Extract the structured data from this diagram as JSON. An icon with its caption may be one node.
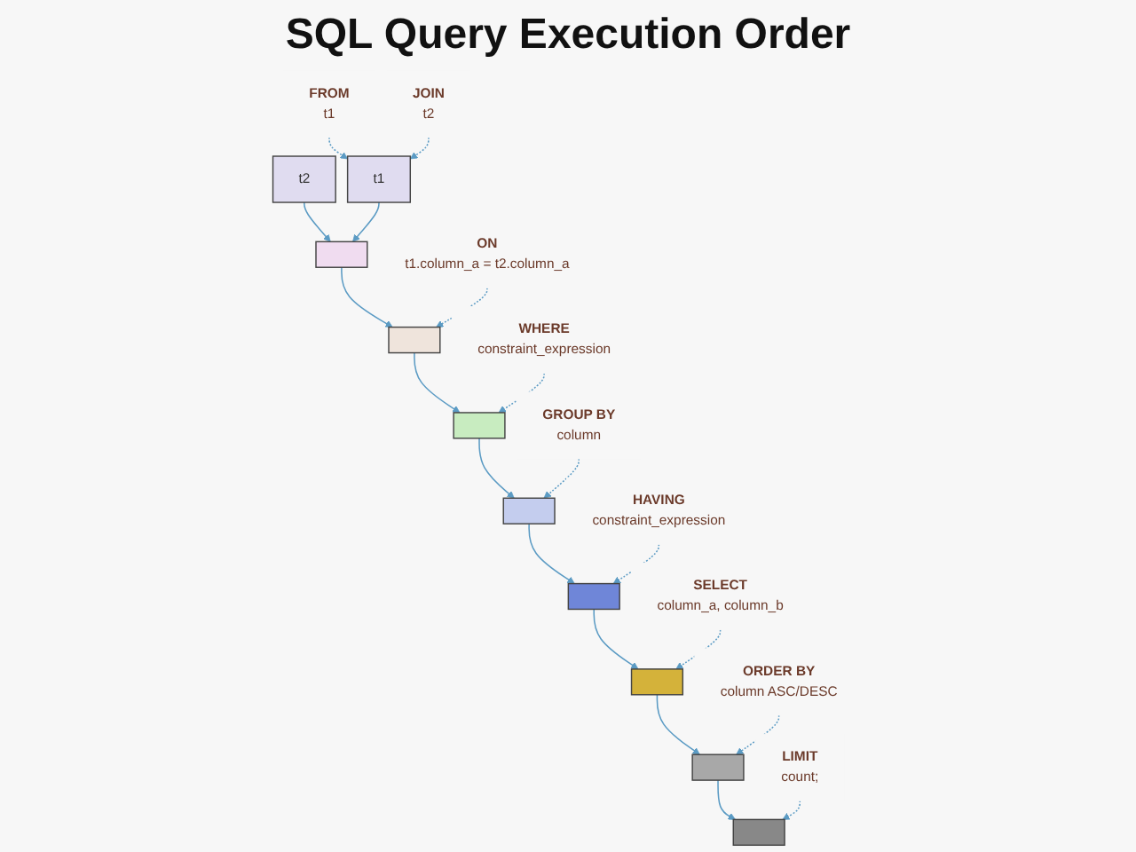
{
  "diagram": {
    "title": "SQL Query Execution Order",
    "nodes": [
      {
        "text": [
          "t2"
        ]
      },
      {
        "text": [
          "t1"
        ]
      },
      {
        "text": [],
        "shape": "box"
      },
      {
        "text": [],
        "shape": "box"
      },
      {
        "text": [],
        "shape": "box"
      },
      {
        "text": [],
        "shape": "box"
      },
      {
        "text": [],
        "shape": "box"
      },
      {
        "text": [],
        "shape": "box"
      },
      {
        "text": [],
        "shape": "box"
      },
      {
        "text": [],
        "shape": "box"
      },
      {
        "text": [
          "SELECT",
          "column_a, column_b"
        ]
      },
      {
        "text": [
          "FROM",
          "t1"
        ]
      },
      {
        "text": [
          "JOIN",
          "t2"
        ]
      },
      {
        "text": [
          "ON",
          "t1.column_a = t2.column_a"
        ]
      },
      {
        "text": [
          "WHERE",
          "constraint_expression"
        ]
      },
      {
        "text": [
          "GROUP BY",
          "column"
        ]
      },
      {
        "text": [
          "HAVING",
          "constraint_expression"
        ]
      },
      {
        "text": [
          "ORDER BY",
          "column ASC/DESC"
        ]
      },
      {
        "text": [
          "LIMIT",
          "count;"
        ]
      }
    ],
    "edges": [
      {
        "from": 0,
        "to": 2,
        "arrow": "to"
      },
      {
        "from": 1,
        "to": 2,
        "arrow": "to"
      },
      {
        "from": 2,
        "to": 3,
        "arrow": "to"
      },
      {
        "from": 3,
        "to": 4,
        "arrow": "to"
      },
      {
        "from": 4,
        "to": 5,
        "arrow": "to"
      },
      {
        "from": 5,
        "to": 6,
        "arrow": "to"
      },
      {
        "from": 6,
        "to": 7,
        "arrow": "to"
      },
      {
        "from": 7,
        "to": 8,
        "arrow": "to"
      },
      {
        "from": 8,
        "to": 9,
        "arrow": "to"
      },
      {
        "from": 10,
        "to": 7,
        "arrow": "to",
        "style": "dashed"
      },
      {
        "from": 11,
        "to": 1,
        "arrow": "to",
        "style": "dashed"
      },
      {
        "from": 12,
        "to": 1,
        "arrow": "to",
        "style": "dashed"
      },
      {
        "from": 13,
        "to": 3,
        "arrow": "to",
        "style": "dashed"
      },
      {
        "from": 14,
        "to": 4,
        "arrow": "to",
        "style": "dashed"
      },
      {
        "from": 15,
        "to": 5,
        "arrow": "to",
        "style": "dashed"
      },
      {
        "from": 16,
        "to": 6,
        "arrow": "to",
        "style": "dashed"
      },
      {
        "from": 17,
        "to": 8,
        "arrow": "to",
        "style": "dashed"
      },
      {
        "from": 18,
        "to": 9,
        "arrow": "to",
        "style": "dashed"
      }
    ]
  }
}
